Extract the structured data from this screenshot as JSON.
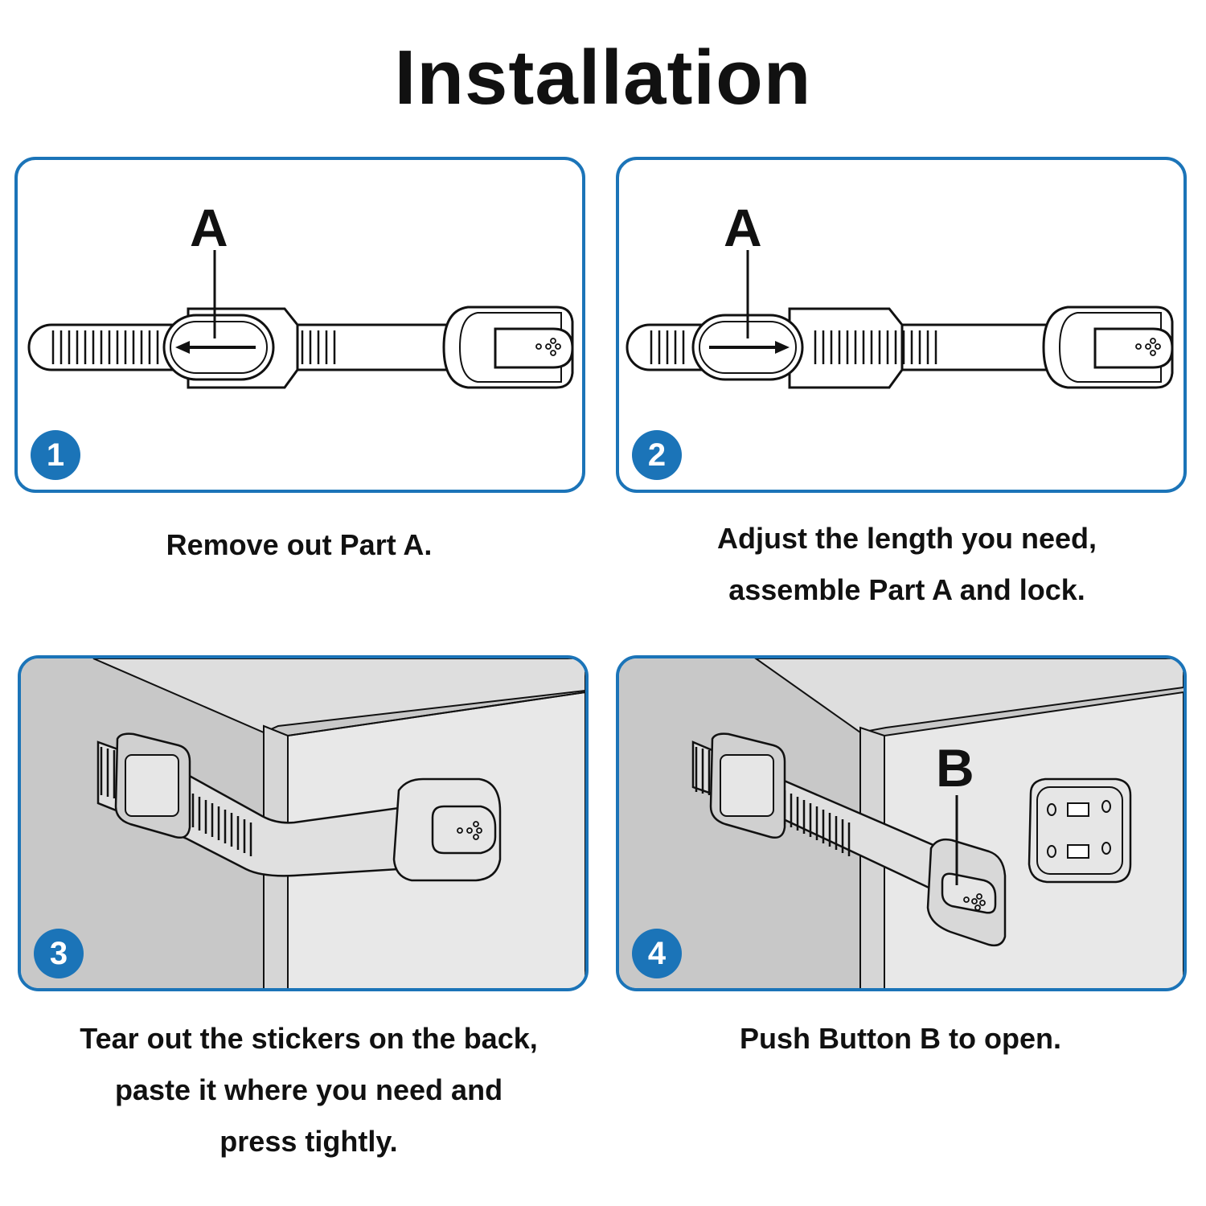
{
  "title": "Installation",
  "steps": [
    {
      "number": "1",
      "label": "A",
      "caption": [
        "Remove out Part A."
      ]
    },
    {
      "number": "2",
      "label": "A",
      "caption": [
        "Adjust the length you need,",
        "assemble Part A and lock."
      ]
    },
    {
      "number": "3",
      "label": "",
      "caption": [
        "Tear out the stickers on the back,",
        "paste it where you need and",
        "press tightly."
      ]
    },
    {
      "number": "4",
      "label": "B",
      "caption": [
        "Push Button B to open."
      ]
    }
  ],
  "colors": {
    "accent": "#1b74b8",
    "wall": "#c8c8c8",
    "panel_face": "#e6e6e6"
  }
}
